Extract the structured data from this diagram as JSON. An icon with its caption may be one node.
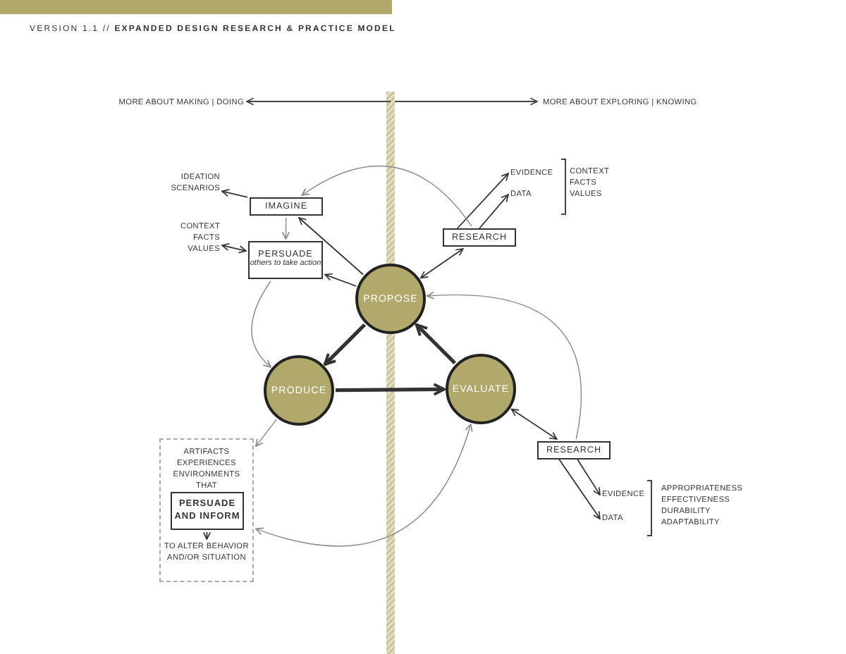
{
  "diagram": {
    "title": "VERSION 1.1 // **EXPANDED DESIGN RESEARCH & PRACTICE MODEL**",
    "nodes": [
      {
        "text": [
          "PROPOSE"
        ]
      },
      {
        "text": [
          "PRODUCE"
        ]
      },
      {
        "text": [
          "EVALUATE"
        ]
      },
      {
        "text": [
          "IMAGINE"
        ]
      },
      {
        "text": [
          "PERSUADE",
          "others to take action"
        ]
      },
      {
        "text": [
          "IDEATION SCENARIOS"
        ]
      },
      {
        "text": [
          "CONTEXT FACTS VALUES"
        ]
      },
      {
        "text": [
          "RESEARCH"
        ]
      },
      {
        "text": [
          "EVIDENCE"
        ]
      },
      {
        "text": [
          "DATA"
        ]
      },
      {
        "text": [
          "ARTIFACTS EXPERIENCES ENVIRONMENTS THAT"
        ]
      },
      {
        "text": [
          "PERSUADE AND INFORM"
        ],
        "in": 10
      },
      {
        "text": [
          "TO ALTER BEHAVIOR AND/OR SITUATION"
        ],
        "in": 10
      },
      {
        "text": [
          "RESEARCH"
        ]
      },
      {
        "text": [
          "EVIDENCE"
        ]
      },
      {
        "text": [
          "DATA"
        ]
      }
    ],
    "edges": [
      {
        "from": 0,
        "to": 1,
        "arrow": "to",
        "style": "thick"
      },
      {
        "from": 1,
        "to": 2,
        "arrow": "to",
        "style": "thick"
      },
      {
        "from": 2,
        "to": 0,
        "arrow": "to",
        "style": "thick"
      },
      {
        "from": 0,
        "to": 3,
        "arrow": "to"
      },
      {
        "from": 0,
        "to": 4,
        "arrow": "to"
      },
      {
        "from": 3,
        "to": 5,
        "arrow": "to"
      },
      {
        "from": 4,
        "to": 6,
        "arrow": "both"
      },
      {
        "from": 3,
        "to": 4,
        "arrow": "to",
        "color": "#888888"
      },
      {
        "from": 0,
        "to": 7,
        "arrow": "both"
      },
      {
        "from": 7,
        "to": 8,
        "arrow": "to"
      },
      {
        "from": 7,
        "to": 9,
        "arrow": "to"
      },
      {
        "from": 1,
        "to": 10,
        "arrow": "to",
        "color": "#888888"
      },
      {
        "from": 11,
        "to": 12,
        "arrow": "to"
      },
      {
        "from": 2,
        "to": 13,
        "arrow": "both"
      },
      {
        "from": 13,
        "to": 14,
        "arrow": "to"
      },
      {
        "from": 13,
        "to": 15,
        "arrow": "to"
      },
      {
        "from": 7,
        "to": 3,
        "arrow": "to",
        "color": "#888888"
      },
      {
        "from": 4,
        "to": 1,
        "arrow": "to",
        "color": "#888888"
      },
      {
        "from": 13,
        "to": 0,
        "arrow": "to",
        "color": "#888888"
      },
      {
        "from": 2,
        "to": 10,
        "arrow": "both",
        "color": "#888888"
      }
    ],
    "labels": [
      "MORE ABOUT MAKING | DOING",
      "MORE ABOUT EXPLORING | KNOWING",
      "CONTEXT FACTS VALUES",
      "APPROPRIATENESS EFFECTIVENESS DURABILITY ADAPTABILITY"
    ]
  }
}
